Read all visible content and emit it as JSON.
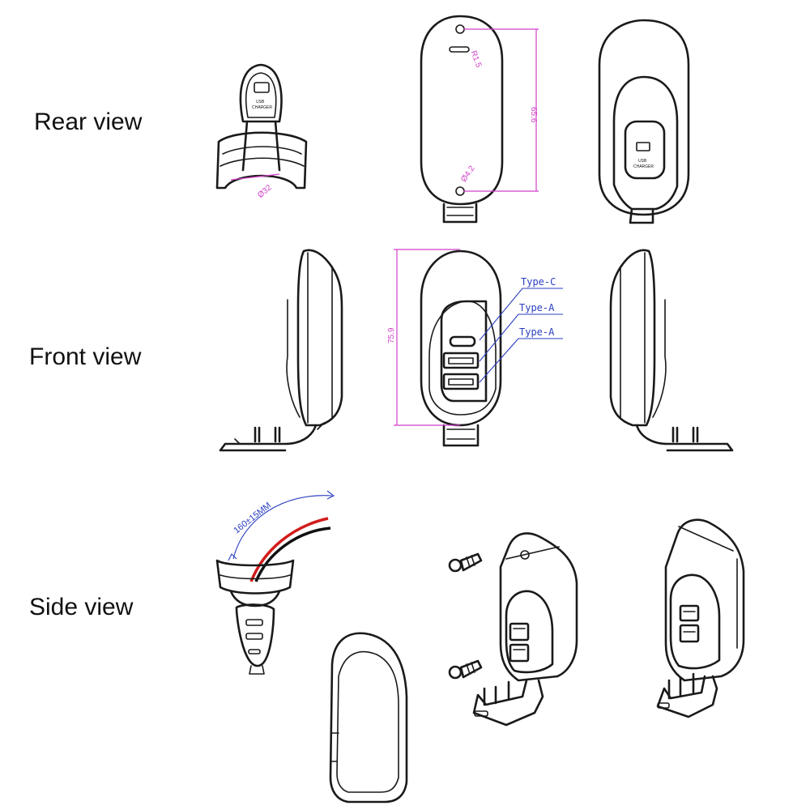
{
  "views": {
    "rear": "Rear view",
    "front": "Front view",
    "side": "Side view"
  },
  "dimensions": {
    "tube_diameter": "Ø32",
    "radius": "R1.5",
    "height_rear": "65.6",
    "hole_diameter": "Ø4.2",
    "height_front": "75.9",
    "wire_length": "160±15MM"
  },
  "ports": {
    "port1": "Type-C",
    "port2": "Type-A",
    "port3": "Type-A"
  },
  "device_label": {
    "line1": "USB",
    "line2": "CHARGER"
  },
  "colors": {
    "dimension": "#d23fc9",
    "leader": "#2a3fc0",
    "outline": "#1a1a1a",
    "wire_red": "#d21c1c",
    "wire_black": "#111111"
  }
}
